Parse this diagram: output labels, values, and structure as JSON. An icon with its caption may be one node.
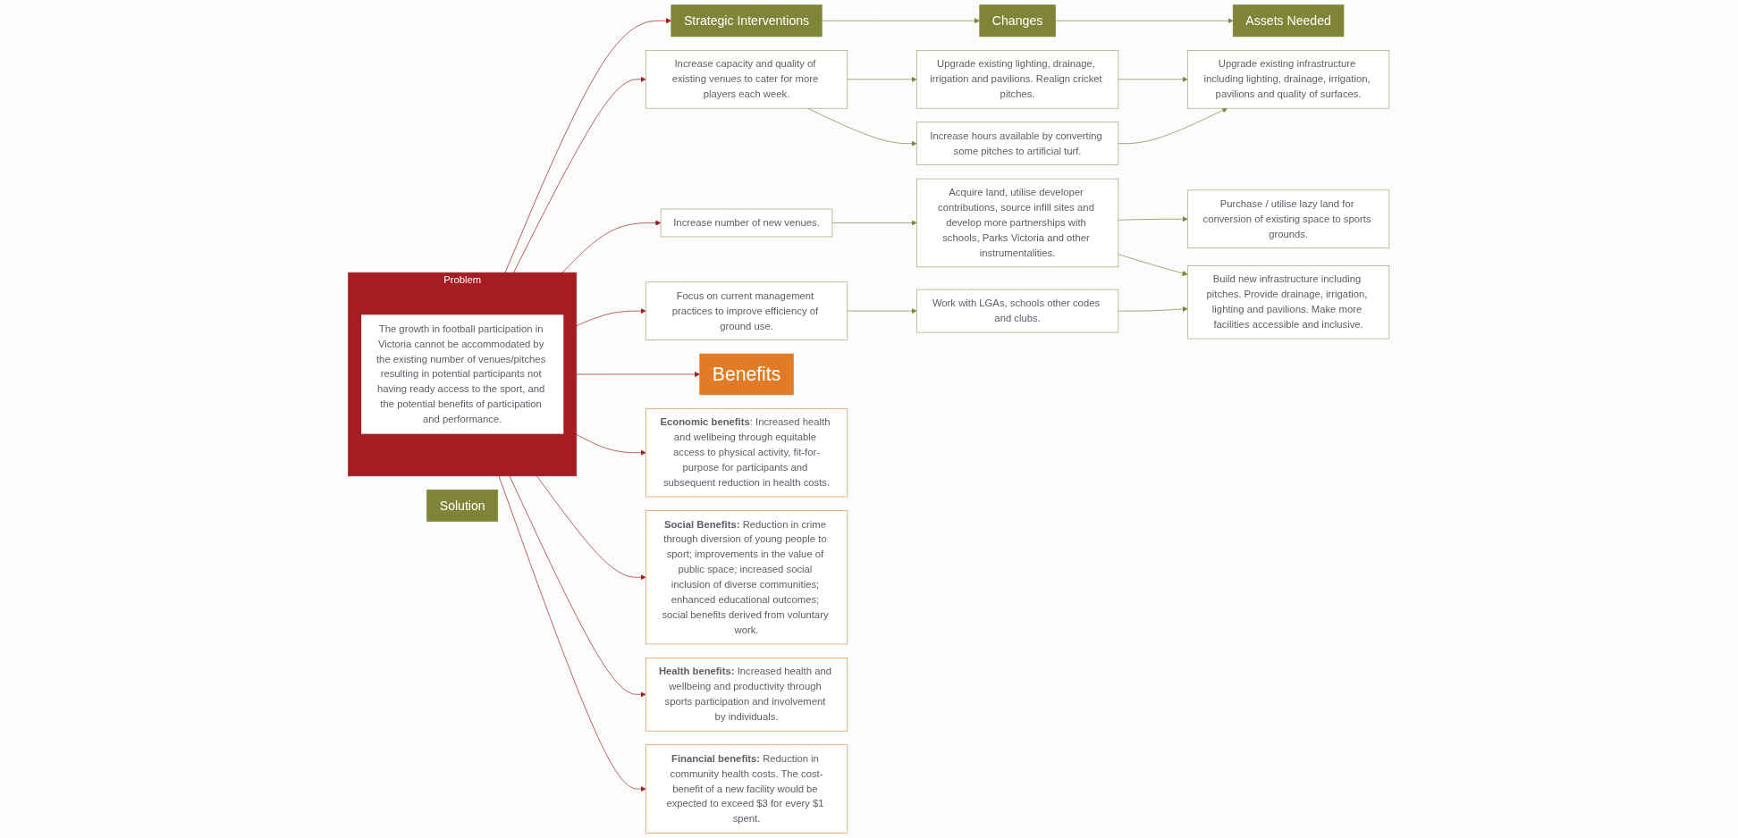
{
  "diagram": {
    "nodes": [
      {
        "text": [
          "Benefits"
        ]
      },
      {
        "text": [
          "Problem"
        ]
      },
      {
        "text": [
          "The growth in football participation in Victoria cannot be accommodated by the existing number of venues/pitches resulting in potential participants not having ready access to the sport, and the potential benefits of participation and performance."
        ],
        "in": 1
      },
      {
        "text": [
          "Solution"
        ]
      },
      {
        "text": [
          "Strategic Interventions"
        ]
      },
      {
        "text": [
          "Changes"
        ]
      },
      {
        "text": [
          "Assets Needed"
        ]
      },
      {
        "text": [
          "**Economic benefits**: Increased health and wellbeing through equitable access to physical activity, fit-for-purpose for participants and subsequent reduction in health costs."
        ]
      },
      {
        "text": [
          "**Social Benefits:** Reduction in crime through diversion of young people to sport; improvements in the value of public space; increased social inclusion of diverse communities; enhanced educational outcomes; social benefits derived from voluntary work."
        ]
      },
      {
        "text": [
          "**Health benefits:** Increased health and wellbeing and productivity through sports participation and involvement by individuals."
        ]
      },
      {
        "text": [
          "**Financial benefits:** Reduction in community health costs. The cost-benefit of a new facility would be expected to exceed $3 for every $1 spent."
        ]
      },
      {
        "text": [
          "Increase capacity and quality of existing venues to cater for more players each week."
        ]
      },
      {
        "text": [
          "Increase number of new venues."
        ]
      },
      {
        "text": [
          "Focus on current management practices to improve efficiency of ground use."
        ]
      },
      {
        "text": [
          "Upgrade existing lighting, drainage, irrigation and pavilions. Realign cricket pitches."
        ]
      },
      {
        "text": [
          "Increase hours available by converting some pitches to artificial turf."
        ]
      },
      {
        "text": [
          "Acquire land, utilise developer contributions, source infill sites and develop more partnerships with schools, Parks Victoria and other instrumentalities."
        ]
      },
      {
        "text": [
          "Work with LGAs, schools other codes and clubs."
        ]
      },
      {
        "text": [
          "Upgrade existing infrastructure including lighting, drainage, irrigation, pavilions and quality of surfaces."
        ]
      },
      {
        "text": [
          "Purchase / utilise lazy land for conversion of existing space to sports grounds."
        ]
      },
      {
        "text": [
          "Build new infrastructure including pitches. Provide drainage, irrigation, lighting and pavilions. Make more facilities accessible and inclusive."
        ]
      }
    ],
    "edges": [
      {
        "from": 1,
        "to": 0,
        "arrow": "to",
        "color": "#a51c22"
      },
      {
        "from": 1,
        "to": 4,
        "arrow": "to",
        "color": "#a51c22"
      },
      {
        "from": 4,
        "to": 5,
        "arrow": "to"
      },
      {
        "from": 5,
        "to": 6,
        "arrow": "to"
      },
      {
        "from": 1,
        "to": 7,
        "arrow": "to",
        "color": "#a51c22"
      },
      {
        "from": 1,
        "to": 8,
        "arrow": "to",
        "color": "#a51c22"
      },
      {
        "from": 1,
        "to": 9,
        "arrow": "to",
        "color": "#a51c22"
      },
      {
        "from": 1,
        "to": 10,
        "arrow": "to",
        "color": "#a51c22"
      },
      {
        "from": 1,
        "to": 11,
        "arrow": "to",
        "color": "#a51c22"
      },
      {
        "from": 1,
        "to": 12,
        "arrow": "to",
        "color": "#a51c22"
      },
      {
        "from": 1,
        "to": 13,
        "arrow": "to",
        "color": "#a51c22"
      },
      {
        "from": 11,
        "to": 14,
        "arrow": "to"
      },
      {
        "from": 11,
        "to": 15,
        "arrow": "to"
      },
      {
        "from": 12,
        "to": 16,
        "arrow": "to"
      },
      {
        "from": 13,
        "to": 17,
        "arrow": "to"
      },
      {
        "from": 14,
        "to": 18,
        "arrow": "to"
      },
      {
        "from": 15,
        "to": 18,
        "arrow": "to"
      },
      {
        "from": 16,
        "to": 19,
        "arrow": "to"
      },
      {
        "from": 16,
        "to": 20,
        "arrow": "to"
      },
      {
        "from": 17,
        "to": 20,
        "arrow": "to"
      }
    ]
  }
}
